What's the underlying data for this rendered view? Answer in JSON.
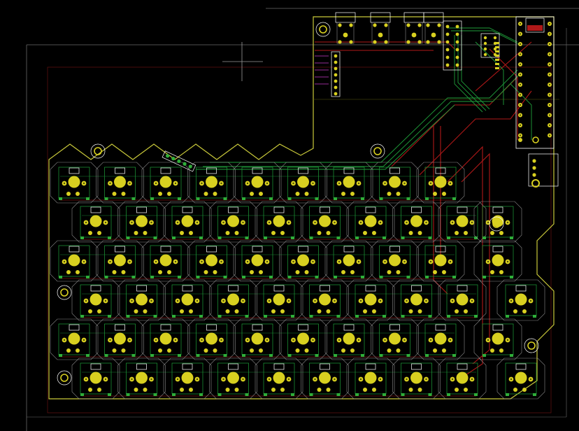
{
  "view": {
    "background": "#000000",
    "colors": {
      "board_outline": "#c9c93a",
      "top_copper": "#b01818",
      "bottom_copper": "#1f9e3a",
      "pad": "#d8d020",
      "pad_hole": "#4a4a00",
      "silkscreen": "#ffffff",
      "courtyard": "#8a8a8a",
      "ratsnest": "#c83cc8",
      "frame_line": "#6a6a6a"
    }
  },
  "keyboard": {
    "rows": [
      {
        "keys": 9
      },
      {
        "keys": 9
      },
      {
        "keys": 9
      },
      {
        "keys": 9
      },
      {
        "keys": 9
      },
      {
        "keys": 9
      }
    ],
    "side_keys": 5
  },
  "controller": {
    "name": "microcontroller-module",
    "pins_per_side": 12
  },
  "connectors": {
    "count": 4
  }
}
